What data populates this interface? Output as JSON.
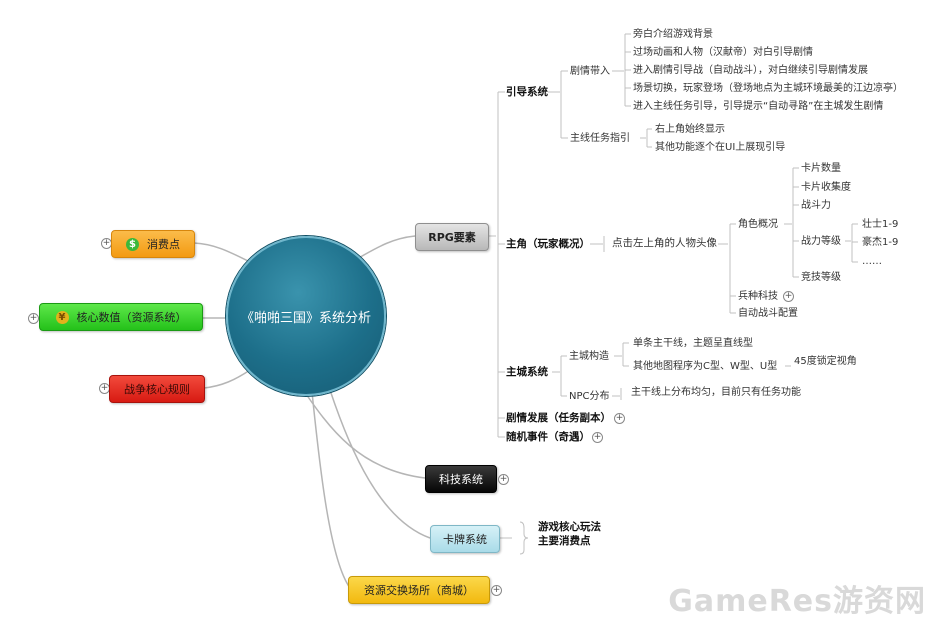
{
  "center": {
    "title": "《啪啪三国》系统分析"
  },
  "left_nodes": {
    "consume": {
      "label": "消费点",
      "icon": "dollar-icon",
      "color": "#f7a21b"
    },
    "core_values": {
      "label": "核心数值（资源系统）",
      "icon": "coins-icon",
      "color": "#33d11c"
    },
    "battle": {
      "label": "战争核心规则",
      "color": "#e8231d"
    }
  },
  "rpg": {
    "label": "RPG要素",
    "guide": {
      "label": "引导系统",
      "story_intro": {
        "label": "剧情带入",
        "items": [
          "旁白介绍游戏背景",
          "过场动画和人物（汉献帝）对白引导剧情",
          "进入剧情引导战（自动战斗），对白继续引导剧情发展",
          "场景切换，玩家登场（登场地点为主城环境最美的江边凉亭）",
          "进入主线任务引导，引导提示“自动寻路”在主城发生剧情"
        ]
      },
      "mainline": {
        "label": "主线任务指引",
        "items": [
          "右上角始终显示",
          "其他功能逐个在UI上展现引导"
        ]
      }
    },
    "protagonist": {
      "label": "主角（玩家概况）",
      "hint": "点击左上角的人物头像",
      "overview": {
        "label": "角色概况",
        "items": [
          "卡片数量",
          "卡片收集度",
          "战斗力",
          "战力等级",
          "竞技等级"
        ],
        "levels": [
          "壮士1-9",
          "豪杰1-9",
          "……"
        ]
      },
      "tech": "兵种科技",
      "auto": "自动战斗配置"
    },
    "city": {
      "label": "主城系统",
      "structure": {
        "label": "主城构造",
        "items": [
          "单条主干线，主题呈直线型",
          "其他地图程序为C型、W型、U型"
        ],
        "note": "45度锁定视角"
      },
      "npc": {
        "label": "NPC分布",
        "note": "主干线上分布均匀，目前只有任务功能"
      }
    },
    "drama": "剧情发展（任务副本）",
    "random": "随机事件（奇遇）"
  },
  "right_nodes": {
    "tech": {
      "label": "科技系统",
      "color": "#111111"
    },
    "card": {
      "label": "卡牌系统",
      "color": "#b4e3ee",
      "notes": [
        "游戏核心玩法",
        "主要消费点"
      ]
    },
    "shop": {
      "label": "资源交换场所（商城）",
      "color": "#f5c21b"
    }
  },
  "watermark": "GameRes游资网"
}
